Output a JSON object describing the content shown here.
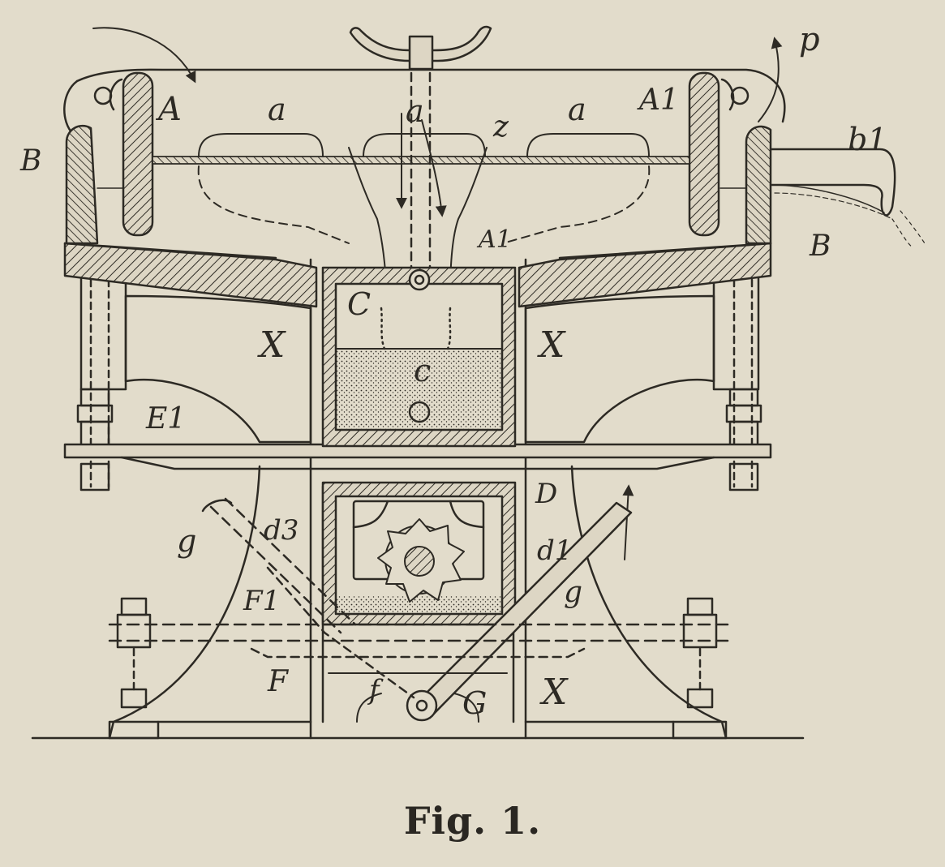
{
  "caption": "Fig. 1.",
  "ink_color": "#2d2a24",
  "paper_color": "#e2dccb",
  "labels": {
    "A_left": "A",
    "a_left": "a",
    "a_center": "a",
    "z": "z",
    "a_right": "a",
    "A1_right": "A1",
    "p": "p",
    "b1": "b1",
    "B_left": "B",
    "B_right": "B",
    "A1_center": "A1",
    "C_upper": "C",
    "c_lower": "c",
    "X_left": "X",
    "X_right": "X",
    "E1": "E1",
    "D": "D",
    "d3": "d3",
    "d1": "d1",
    "g_left": "g",
    "g_right": "g",
    "F1": "F1",
    "F": "F",
    "f": "f",
    "G": "G",
    "X_lower": "X"
  }
}
